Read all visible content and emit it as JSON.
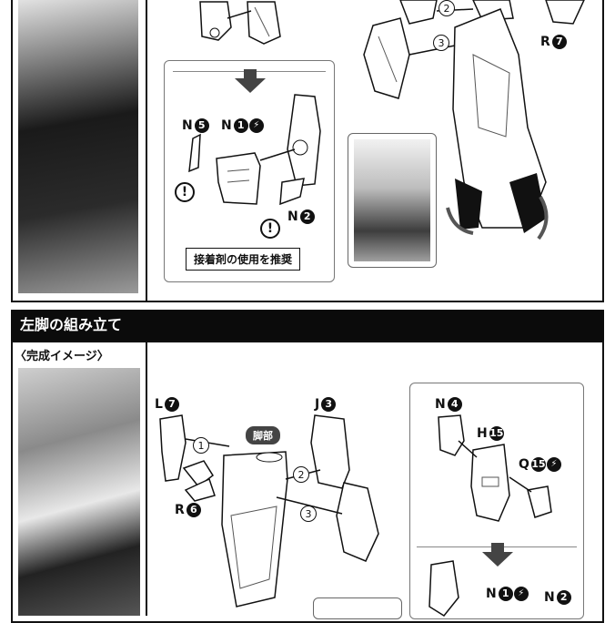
{
  "top_section": {
    "parts": {
      "r7": {
        "letter": "R",
        "num": "7"
      },
      "n5": {
        "letter": "N",
        "num": "5"
      },
      "n1": {
        "letter": "N",
        "num": "1"
      },
      "n2": {
        "letter": "N",
        "num": "2"
      }
    },
    "steps": [
      "2",
      "3"
    ],
    "warning_symbol": "!",
    "glue_note": "接着剤の使用を推奨"
  },
  "section_header": "左脚の組み立て",
  "completed_image_label": "〈完成イメージ〉",
  "bottom_section": {
    "parts": {
      "l7": {
        "letter": "L",
        "num": "7"
      },
      "r6": {
        "letter": "R",
        "num": "6"
      },
      "j3": {
        "letter": "J",
        "num": "3"
      },
      "n4": {
        "letter": "N",
        "num": "4"
      },
      "h15": {
        "letter": "H",
        "num": "15"
      },
      "q15": {
        "letter": "Q",
        "num": "15"
      },
      "n1": {
        "letter": "N",
        "num": "1"
      },
      "n2": {
        "letter": "N",
        "num": "2"
      }
    },
    "steps": [
      "1",
      "2",
      "3"
    ],
    "leg_tag": "脚部"
  },
  "icons": {
    "glue": "glue-icon",
    "arrow": "arrow-down-icon",
    "rotate": "rotate-arrow-icon"
  }
}
